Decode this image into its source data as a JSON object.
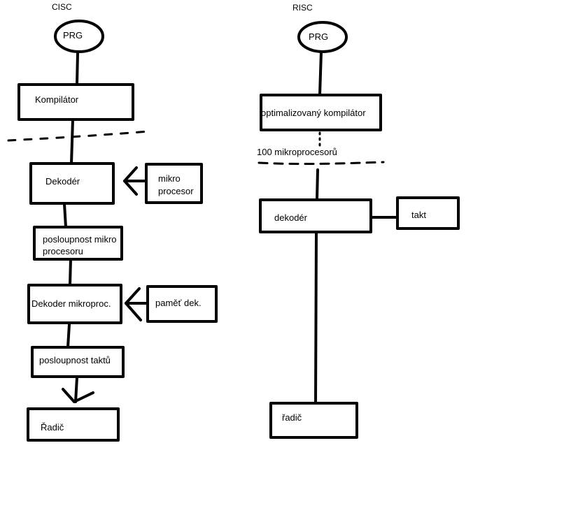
{
  "cisc": {
    "title": "CISC",
    "prg": "PRG",
    "compiler": "Kompilátor",
    "decoder": "Dekodér",
    "micro_line1": "mikro",
    "micro_line2": "procesor",
    "sequence_line1": "posloupnost mikro",
    "sequence_line2": "procesoru",
    "micro_decoder": "Dekoder mikroproc.",
    "decoder_memory": "paměť dek.",
    "clock_sequence": "posloupnost taktů",
    "controller": "Řadič"
  },
  "risc": {
    "title": "RISC",
    "prg": "PRG",
    "compiler": "optimalizovaný kompilátor",
    "microprocessors": "100 mikroprocesorů",
    "decoder": "dekodér",
    "clock": "takt",
    "controller": "řadič"
  }
}
